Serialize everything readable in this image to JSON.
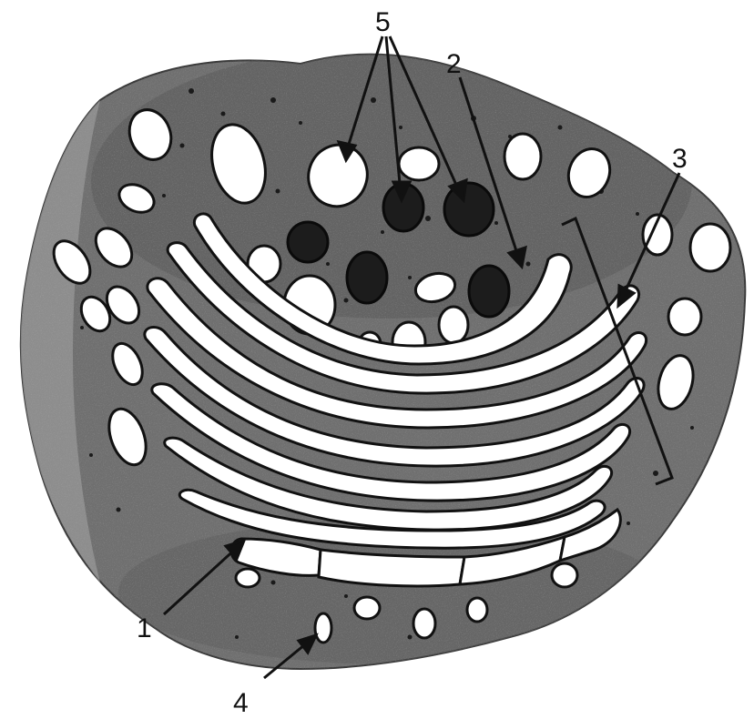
{
  "labels": {
    "label_1": "1",
    "label_2": "2",
    "label_3": "3",
    "label_4": "4",
    "label_5": "5"
  },
  "colors": {
    "background": "#ffffff",
    "cytoplasm": "#6f6f6f",
    "cytoplasm_dark": "#4e4e4e",
    "outline": "#111111",
    "vesicle_fill": "#ffffff",
    "dense_granule": "#1c1c1c"
  }
}
